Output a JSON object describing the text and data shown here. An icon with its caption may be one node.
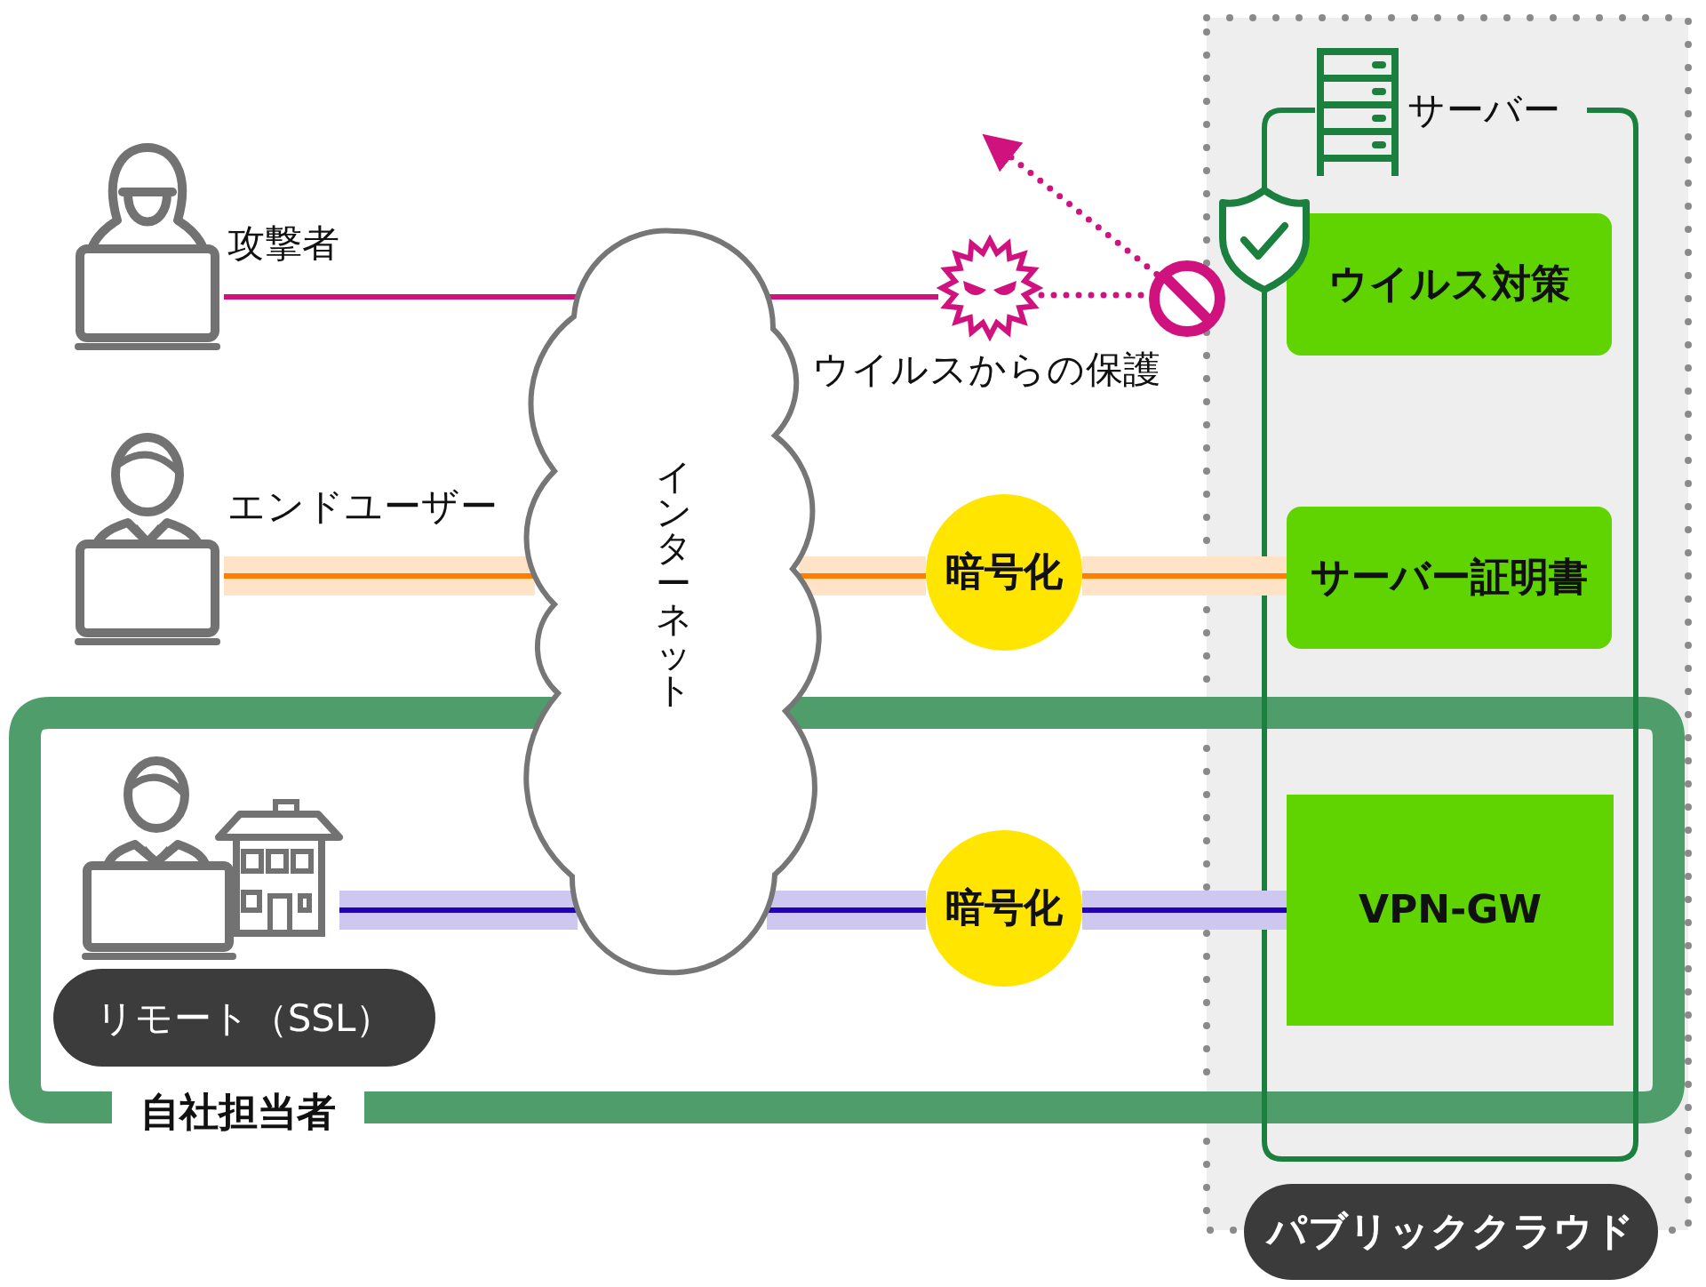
{
  "diagram": {
    "nodes": [
      {
        "text": [],
        "shape": "person",
        "beside": [
          "攻撃者"
        ]
      },
      {
        "text": [],
        "shape": "person",
        "beside": [
          "エンドユーザー"
        ]
      },
      {
        "text": [
          "自社担当者"
        ]
      },
      {
        "text": [],
        "shape": "picture",
        "in": 2
      },
      {
        "text": [
          "リモート（SSL）"
        ],
        "in": 2
      },
      {
        "text": [
          "インターネット"
        ]
      },
      {
        "text": [],
        "shape": "picture"
      },
      {
        "text": [],
        "shape": "picture"
      },
      {
        "text": [
          "暗号化"
        ]
      },
      {
        "text": [
          "暗号化"
        ],
        "in": 2
      },
      {
        "text": [
          "パブリッククラウド"
        ]
      },
      {
        "text": [
          "サーバー"
        ],
        "in": 10
      },
      {
        "text": [
          "ウイルス対策"
        ],
        "in": 11
      },
      {
        "text": [
          "サーバー証明書"
        ],
        "in": 11
      },
      {
        "text": [
          "VPN-GW"
        ]
      }
    ],
    "edges": [
      {
        "from": 0,
        "to": 5,
        "arrow": "none",
        "color": "#d0127e"
      },
      {
        "from": 5,
        "to": 6,
        "arrow": "none",
        "color": "#d0127e"
      },
      {
        "from": 6,
        "to": 7,
        "arrow": "none",
        "style": "dashed",
        "color": "#d0127e"
      },
      {
        "from": 7,
        "to": null,
        "arrow": "to",
        "style": "dashed",
        "color": "#d0127e"
      },
      {
        "from": 1,
        "to": 5,
        "arrow": "none",
        "color": "#ff7f00"
      },
      {
        "from": 5,
        "to": 8,
        "arrow": "none",
        "color": "#ff7f00"
      },
      {
        "from": 8,
        "to": 13,
        "arrow": "none",
        "color": "#ff7f00"
      },
      {
        "from": 3,
        "to": 5,
        "arrow": "none",
        "color": "#2200b8"
      },
      {
        "from": 5,
        "to": 9,
        "arrow": "none",
        "color": "#2200b8"
      },
      {
        "from": 9,
        "to": 14,
        "arrow": "none",
        "color": "#2200b8"
      }
    ],
    "labels": [
      "ウイルスからの保護"
    ]
  }
}
